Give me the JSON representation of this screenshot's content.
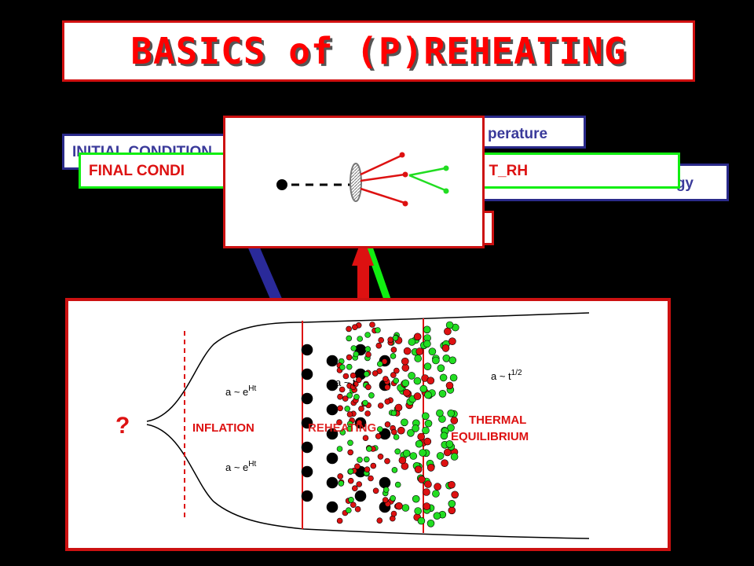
{
  "title": "BASICS of (P)REHEATING",
  "labels": {
    "initial": "INITIAL CONDITION",
    "temperature": "perature",
    "energy": "gy",
    "final": "FINAL CONDI",
    "final_tail": "m, T_RH"
  },
  "diagram": {
    "question": "?",
    "inflation": "INFLATION",
    "reheating": "REHEATING",
    "thermal": "THERMAL",
    "equilibrium": "EQUILIBRIUM",
    "scale_inflation": "a ~ e",
    "scale_exponent": "Ht",
    "scale_radiation": "a ~ t",
    "scale_radiation_exponent": "1/2",
    "scale_reheat": "a ~ t"
  },
  "colors": {
    "title": "#ff0000",
    "blue_frame": "#2a2a8a",
    "green_frame": "#11ee11",
    "red": "#cc1111",
    "particle_red": "#dd1111",
    "particle_green": "#22dd22"
  },
  "icons": {
    "arrow": "red-up-arrow",
    "connector_blue": "blue-connector-bar",
    "connector_green": "green-connector-bar"
  }
}
